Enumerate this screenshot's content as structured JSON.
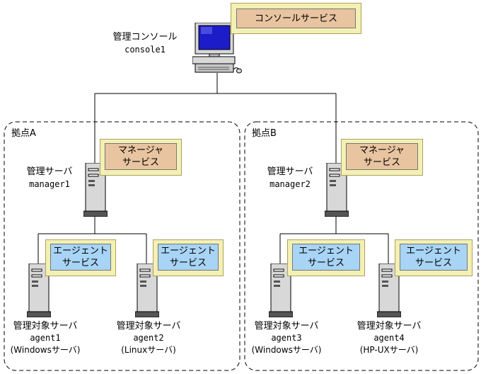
{
  "console": {
    "label": "管理コンソール",
    "host": "console1",
    "service": "コンソールサービス"
  },
  "sites": [
    {
      "label": "拠点A",
      "manager": {
        "label": "管理サーバ",
        "host": "manager1",
        "service_line1": "マネージャ",
        "service_line2": "サービス"
      },
      "agents": [
        {
          "label": "管理対象サーバ",
          "host": "agent1",
          "os": "(Windowsサーバ)",
          "service_line1": "エージェント",
          "service_line2": "サービス"
        },
        {
          "label": "管理対象サーバ",
          "host": "agent2",
          "os": "(Linuxサーバ)",
          "service_line1": "エージェント",
          "service_line2": "サービス"
        }
      ]
    },
    {
      "label": "拠点B",
      "manager": {
        "label": "管理サーバ",
        "host": "manager2",
        "service_line1": "マネージャ",
        "service_line2": "サービス"
      },
      "agents": [
        {
          "label": "管理対象サーバ",
          "host": "agent3",
          "os": "(Windowsサーバ)",
          "service_line1": "エージェント",
          "service_line2": "サービス"
        },
        {
          "label": "管理対象サーバ",
          "host": "agent4",
          "os": "(HP-UXサーバ)",
          "service_line1": "エージェント",
          "service_line2": "サービス"
        }
      ]
    }
  ],
  "colors": {
    "service_frame": "#f3f0b4",
    "console_service": "#e8c4a0",
    "manager_service": "#e8c4a0",
    "agent_service": "#a8d4f5",
    "monitor_screen": "#1c1cc8"
  }
}
